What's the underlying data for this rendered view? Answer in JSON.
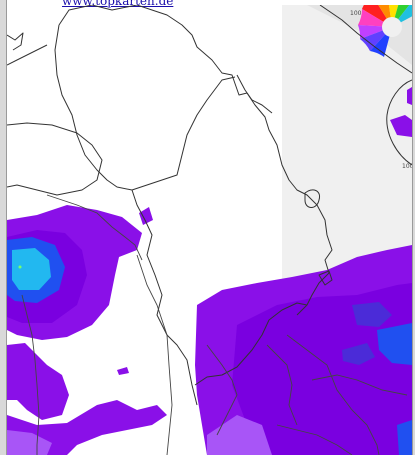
{
  "header": {
    "link_text": "www.topkarten.de"
  },
  "legend": {
    "label": "100",
    "sub_label": "100"
  },
  "colors": {
    "light_purple": "#a855f7",
    "purple": "#8a10e8",
    "deep_purple": "#7a00e0",
    "blue_purple": "#4b2bd8",
    "blue": "#2050f0",
    "cyan": "#22b8f0",
    "land_outside_domain": "#f0f0f0",
    "coastline": "#333333"
  }
}
